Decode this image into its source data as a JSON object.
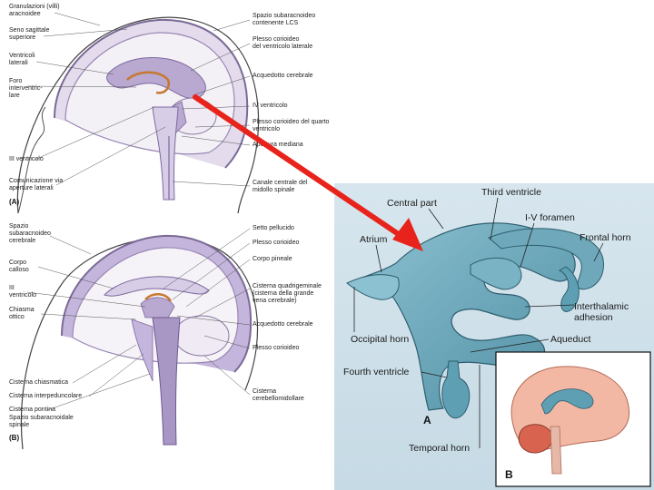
{
  "figure_top": {
    "letter": "(A)",
    "left_labels": [
      "Granulazioni (villi)\naracnoidee",
      "Seno sagittale\nsuperiore",
      "Ventricoli\nlaterali",
      "Foro\ninterventric-\nlare",
      "III ventricolo",
      "Comunicazione via\naperture laterali"
    ],
    "right_labels": [
      "Spazio subaracnoideo\ncontenente LCS",
      "Plesso corioideo\ndel ventricolo laterale",
      "Acquedotto cerebrale",
      "IV ventricolo",
      "Plesso corioideo del quarto\nventricolo",
      "Apertura mediana",
      "Canale centrale del\nmidollo spinale"
    ]
  },
  "figure_bottom": {
    "letter": "(B)",
    "left_labels": [
      "Spazio\nsubaracnoideo\ncerebrale",
      "Corpo\ncalloso",
      "III\nventricolo",
      "Chiasma\nottico",
      "Cisterna chiasmatica",
      "Cisterna interpeduncolare",
      "Cisterna pontina",
      "Spazio subaracnoidale\nspinale"
    ],
    "right_labels": [
      "Setto pellucido",
      "Plesso corioideo",
      "Corpo pineale",
      "Cisterna quadrigeminale\n(cisterna della grande\nvena cerebrale)",
      "Acquedotto cerebrale",
      "Plesso corioideo",
      "Cisterna\ncerebellomidollare"
    ]
  },
  "ventricle_figure": {
    "letter_a": "A",
    "letter_b": "B",
    "labels": {
      "central_part": "Central part",
      "third_ventricle": "Third ventricle",
      "iv_foramen": "I-V foramen",
      "atrium": "Atrium",
      "frontal_horn": "Frontal horn",
      "interthalamic": "Interthalamic\nadhesion",
      "occipital_horn": "Occipital horn",
      "aqueduct": "Aqueduct",
      "fourth_ventricle": "Fourth ventricle",
      "temporal_horn": "Temporal horn"
    }
  },
  "colors": {
    "arrow": "#e8231b",
    "ventricle": "#5f9fb3",
    "brain_pink": "#f2b8a3",
    "cerebellum": "#d86450",
    "ventricle_purple": "#b9a8cf",
    "panel_bg": "#cfe1ea"
  }
}
